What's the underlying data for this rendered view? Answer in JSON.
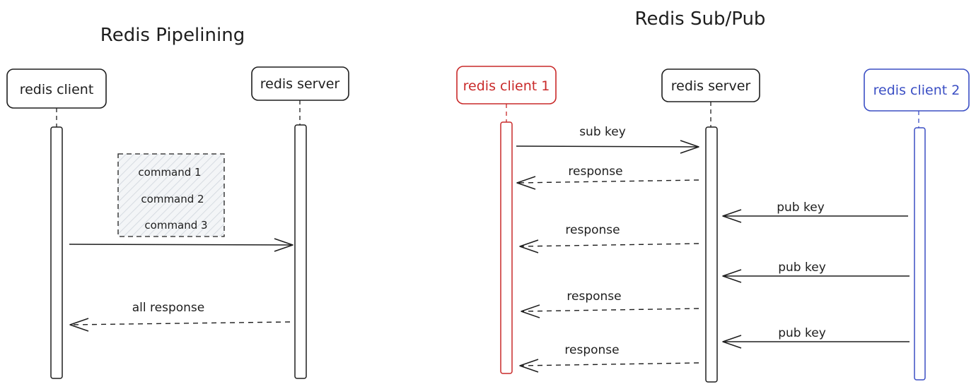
{
  "colors": {
    "ink": "#1e1e1e",
    "client1": "#c92a2a",
    "client2": "#3b4fc4",
    "hatch": "#dfe3e8"
  },
  "pipelining": {
    "title": "Redis Pipelining",
    "client_label": "redis client",
    "server_label": "redis server",
    "commands": [
      "command 1",
      "command 2",
      "command 3"
    ],
    "all_response": "all response"
  },
  "subpub": {
    "title": "Redis Sub/Pub",
    "client1_label": "redis client 1",
    "server_label": "redis server",
    "client2_label": "redis client 2",
    "sub_key": "sub key",
    "pub_key": "pub key",
    "response": "response"
  }
}
